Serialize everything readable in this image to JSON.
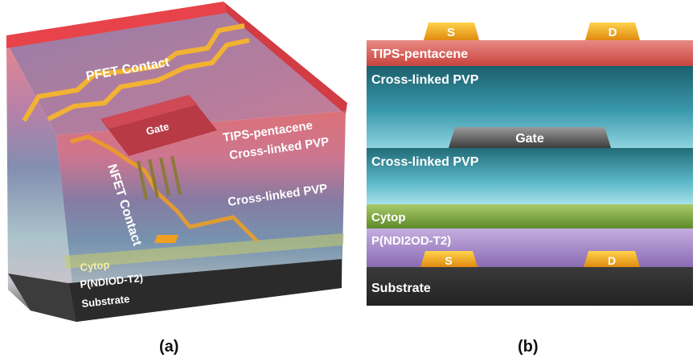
{
  "panel_a": {
    "caption": "(a)",
    "labels": {
      "pfet_contact": "PFET Contact",
      "gate": "Gate",
      "nfet_contact": "NFET Contact",
      "tips_pentacene": "TIPS-pentacene",
      "pvp_upper": "Cross-linked PVP",
      "pvp_lower": "Cross-linked PVP",
      "cytop": "Cytop",
      "p_ndiod": "P(NDIOD-T2)",
      "substrate": "Substrate"
    }
  },
  "panel_b": {
    "caption": "(b)",
    "layers": {
      "tips_pentacene": "TIPS-pentacene",
      "pvp_upper": "Cross-linked PVP",
      "gate": "Gate",
      "pvp_lower": "Cross-linked PVP",
      "cytop": "Cytop",
      "p_ndi2od": "P(NDI2OD-T2)",
      "substrate": "Substrate"
    },
    "electrodes": {
      "top_source": "S",
      "top_drain": "D",
      "bottom_source": "S",
      "bottom_drain": "D"
    }
  },
  "colors": {
    "tips_pentacene": "#d9534f",
    "pvp": "#2f8fa0",
    "gate": "#555555",
    "cytop": "#8db04a",
    "p_ndi2od": "#a98ac6",
    "substrate": "#333333",
    "electrode": "#f0a820"
  }
}
